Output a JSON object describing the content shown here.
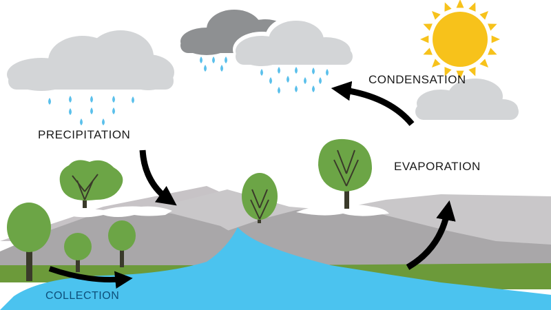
{
  "stages": {
    "precipitation": "PRECIPITATION",
    "condensation": "CONDENSATION",
    "evaporation": "EVAPORATION",
    "collection": "COLLECTION"
  },
  "colors": {
    "sky": "#ffffff",
    "cloud_light": "#d3d5d7",
    "cloud_dark": "#8e9092",
    "raindrop": "#5bc0eb",
    "sun": "#f7c21b",
    "mountain_back": "#c7c3c6",
    "mountain_front": "#a9a7a9",
    "snow": "#ffffff",
    "grass": "#6c9a3a",
    "water": "#4bc3ef",
    "tree_leaf": "#6ca546",
    "tree_trunk": "#3a3a2a",
    "arrow": "#000000"
  }
}
